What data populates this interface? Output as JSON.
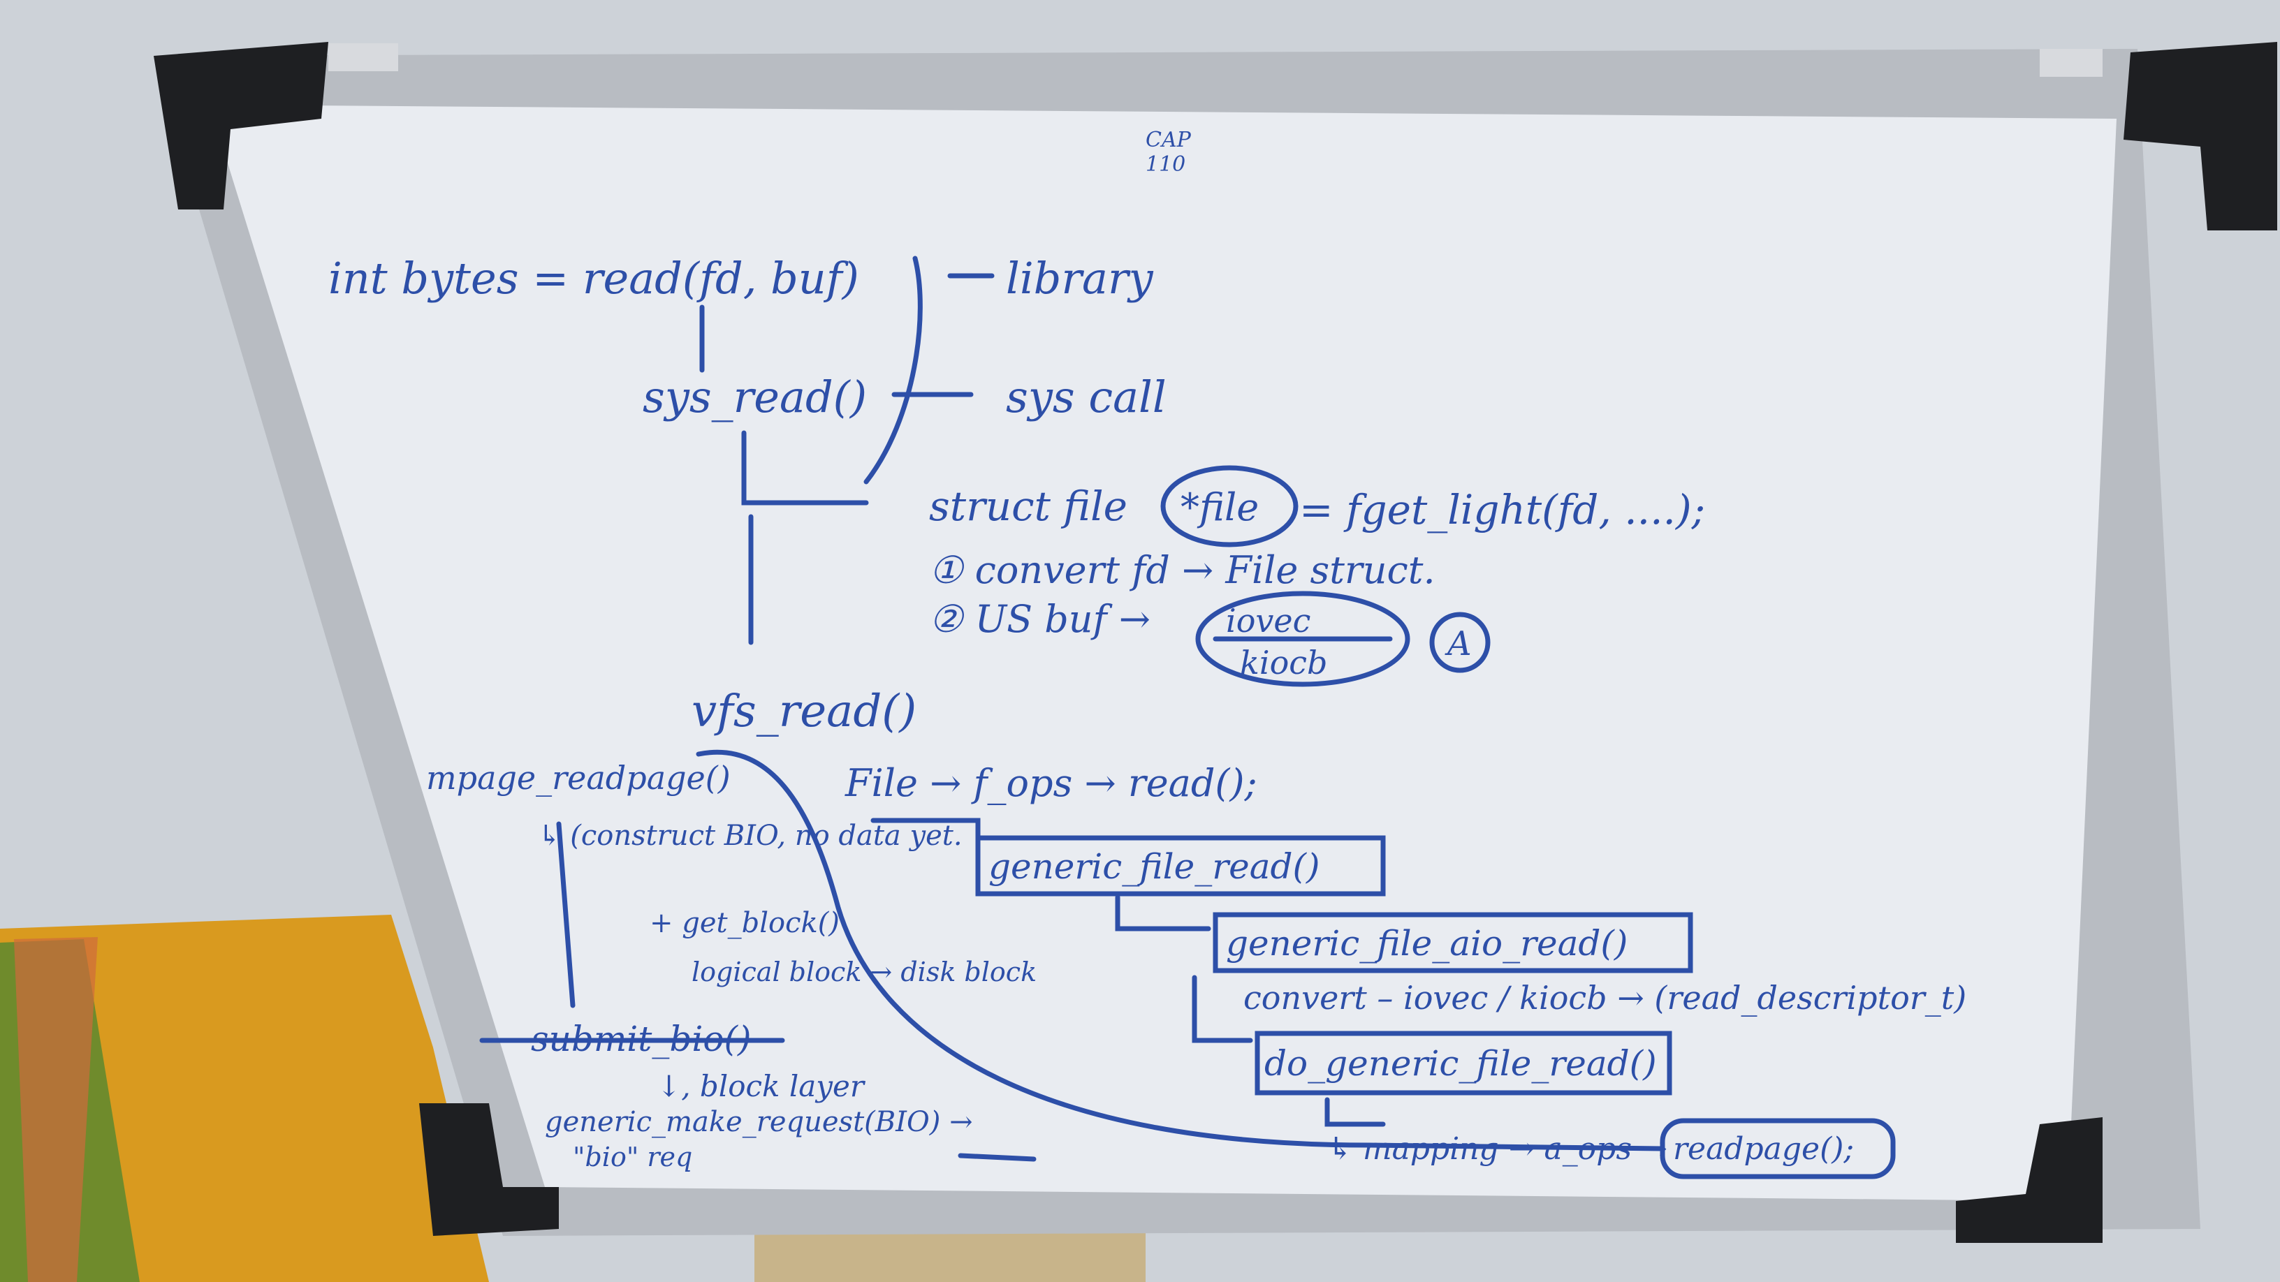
{
  "scene": {
    "subject": "whiteboard",
    "ink_color": "#2d4fa8",
    "wall_color": "#cdd2d8",
    "board_surface_color": "#e9ecf1",
    "frame_color": "#b8bcc2",
    "corner_color": "#1e1f22",
    "cloth_color": "#d99a1f"
  },
  "whiteboard": {
    "top_note": [
      "CAP",
      "110"
    ],
    "lines": {
      "call": "int bytes = read(fd, buf)",
      "library": "library",
      "sys_read": "sys_read()",
      "syscall": "sys call",
      "struct_file": "struct file",
      "file_circled": "*file",
      "fget_light": "= fget_light(fd, ....);",
      "step1": "① convert fd → File struct.",
      "step2": "② US buf → ",
      "iovec": "iovec",
      "kiocb": "kiocb",
      "label_a": "A",
      "vfs_read": "vfs_read()",
      "fops": "File → f_ops → read();",
      "generic_file_read": "generic_file_read()",
      "generic_file_aio_read": "generic_file_aio_read()",
      "convert": "convert – iovec / kiocb → (read_descriptor_t)",
      "do_generic_file_read": "do_generic_file_read()",
      "mapping": "↳ mapping → a_ops → ",
      "readpage": "readpage();",
      "mpage_readpage": "mpage_readpage()",
      "construct_bio": "↳ (construct BIO, no data yet.",
      "get_block": "+ get_block()",
      "logical": "logical block → disk block",
      "submit_bio": "submit_bio()",
      "block_layer": "↓, block layer",
      "generic_make_request": "generic_make_request(BIO) → ",
      "bottom_note": "\"bio\" req"
    }
  }
}
